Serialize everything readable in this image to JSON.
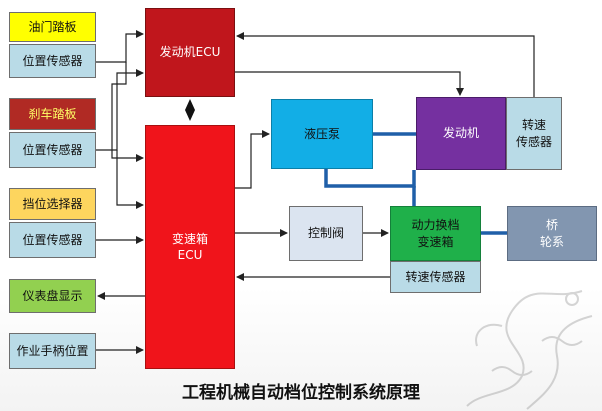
{
  "nodes": {
    "throttle_pedal": "油门踏板",
    "throttle_sensor": "位置传感器",
    "brake_pedal": "刹车踏板",
    "brake_sensor": "位置传感器",
    "gear_selector": "挡位选择器",
    "gear_sensor": "位置传感器",
    "dashboard": "仪表盘显示",
    "work_handle": "作业手柄位置",
    "engine_ecu": "发动机ECU",
    "transmission_ecu_line1": "变速箱",
    "transmission_ecu_line2": "ECU",
    "hydraulic_pump": "液压泵",
    "engine": "发动机",
    "engine_speed_sensor_line1": "转速",
    "engine_speed_sensor_line2": "传感器",
    "control_valve": "控制阀",
    "powershift_line1": "动力换档",
    "powershift_line2": "变速箱",
    "output_speed_sensor": "转速传感器",
    "axle_line1": "桥",
    "axle_line2": "轮系"
  },
  "caption": "工程机械自动档位控制系统原理",
  "colors": {
    "yellow": "#ffff00",
    "input_blue": "#b9dbe7",
    "brake_red": "#b02a24",
    "gear_yellow": "#fdd55e",
    "green": "#92d050",
    "work_blue": "#b9dbe7",
    "ecu_dark_red": "#c0161c",
    "ecu_red": "#f0141b",
    "pump_blue": "#12aee6",
    "engine_purple": "#7530a0",
    "valve_gray": "#dbe4f0",
    "powershift_green": "#1fb04a",
    "axle_gray": "#8296b0",
    "link_blue": "#1f5fa8"
  }
}
